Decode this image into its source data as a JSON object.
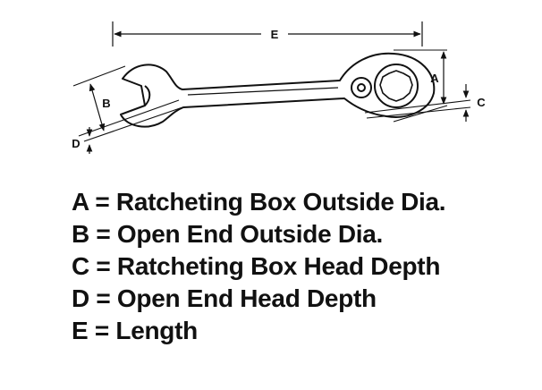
{
  "diagram": {
    "dimension_letters": {
      "a": "A",
      "b": "B",
      "c": "C",
      "d": "D",
      "e": "E"
    },
    "icons": [
      "combination-ratcheting-wrench-outline"
    ]
  },
  "legend": [
    "A = Ratcheting Box Outside Dia.",
    "B = Open End Outside Dia.",
    "C = Ratcheting Box Head Depth",
    "D = Open End Head Depth",
    "E = Length"
  ],
  "colors": {
    "ink": "#111111",
    "background": "#ffffff"
  }
}
